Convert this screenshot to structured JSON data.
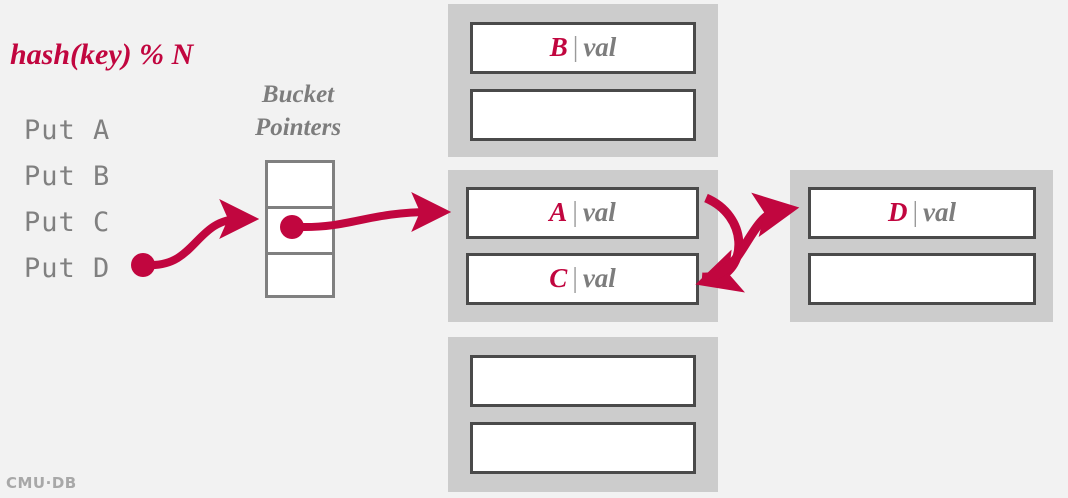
{
  "title": "hash(key) % N",
  "colors": {
    "accent": "#c1063f",
    "text_gray": "#808080",
    "bucket_fill": "#cccccc",
    "slot_border": "#4a4a4a",
    "background": "#f2f2f2",
    "pointer_border": "#808080"
  },
  "operations": {
    "label": "Put",
    "items": [
      {
        "text": "Put A"
      },
      {
        "text": "Put B"
      },
      {
        "text": "Put C"
      },
      {
        "text": "Put D"
      }
    ],
    "active_index": 3
  },
  "bucket_pointers": {
    "label_line1": "Bucket",
    "label_line2": "Pointers",
    "cells": [
      {
        "occupied": false
      },
      {
        "occupied": true
      },
      {
        "occupied": false
      }
    ]
  },
  "buckets": [
    {
      "name": "bucket-1",
      "slots": [
        {
          "key": "B",
          "sep": "|",
          "value": "val",
          "empty": false
        },
        {
          "key": "",
          "sep": "",
          "value": "",
          "empty": true
        }
      ]
    },
    {
      "name": "bucket-2",
      "slots": [
        {
          "key": "A",
          "sep": "|",
          "value": "val",
          "empty": false
        },
        {
          "key": "C",
          "sep": "|",
          "value": "val",
          "empty": false
        }
      ]
    },
    {
      "name": "bucket-3",
      "slots": [
        {
          "key": "",
          "sep": "",
          "value": "",
          "empty": true
        },
        {
          "key": "",
          "sep": "",
          "value": "",
          "empty": true
        }
      ]
    },
    {
      "name": "bucket-overflow",
      "slots": [
        {
          "key": "D",
          "sep": "|",
          "value": "val",
          "empty": false
        },
        {
          "key": "",
          "sep": "",
          "value": "",
          "empty": true
        }
      ]
    }
  ],
  "arrows": [
    {
      "name": "put-to-pointer",
      "from": "Put D",
      "to": "bucket pointer cell 2"
    },
    {
      "name": "pointer-to-bucket2",
      "from": "bucket pointer cell 2",
      "to": "A | val slot"
    },
    {
      "name": "a-to-c-probe",
      "from": "A | val slot",
      "to": "C | val slot"
    },
    {
      "name": "c-to-overflow",
      "from": "C | val slot",
      "to": "D | val slot"
    }
  ],
  "footer": {
    "logo": "CMU·DB"
  }
}
